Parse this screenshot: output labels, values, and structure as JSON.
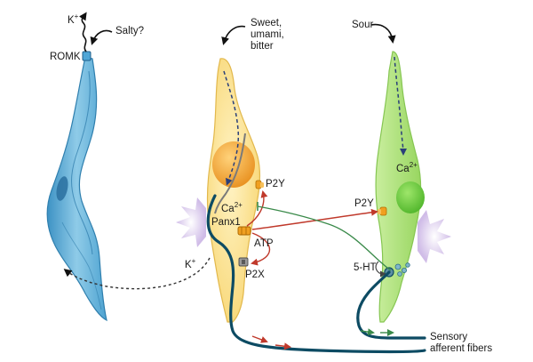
{
  "labels": {
    "potassium_top": "K",
    "potassium_top_sup": "+",
    "salty": "Salty?",
    "romk": "ROMK",
    "sweet_line1": "Sweet,",
    "sweet_line2": "umami,",
    "sweet_line3": "bitter",
    "sour": "Sour",
    "calcium_type2": "Ca",
    "calcium_type2_sup": "2+",
    "p2y_type2": "P2Y",
    "panx1": "Panx1",
    "atp": "ATP",
    "p2x": "P2X",
    "potassium_mid": "K",
    "potassium_mid_sup": "+",
    "calcium_type3": "Ca",
    "calcium_type3_sup": "2+",
    "p2y_type3": "P2Y",
    "serotonin": "5-HT",
    "sensory_line1": "Sensory",
    "sensory_line2": "afferent fibers"
  },
  "colors": {
    "type1_cell": "#6bb8dc",
    "type1_cell_dark": "#3f8fbf",
    "type2_cell": "#fbe08a",
    "type2_nucleus": "#f2a73a",
    "type3_cell": "#aee07a",
    "type3_nucleus": "#6cc93e",
    "nerve_fiber": "#0d4b63",
    "signal_red": "#c0392b",
    "signal_green": "#3a8a4a",
    "receptor_orange": "#f0a020",
    "burst": "#d8c8ec"
  }
}
